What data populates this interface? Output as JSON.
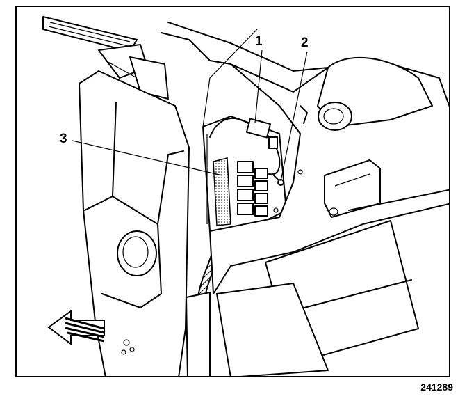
{
  "diagram": {
    "callouts": [
      {
        "id": "1",
        "label": "1"
      },
      {
        "id": "2",
        "label": "2"
      },
      {
        "id": "3",
        "label": "3"
      }
    ],
    "figure_id": "241289"
  }
}
